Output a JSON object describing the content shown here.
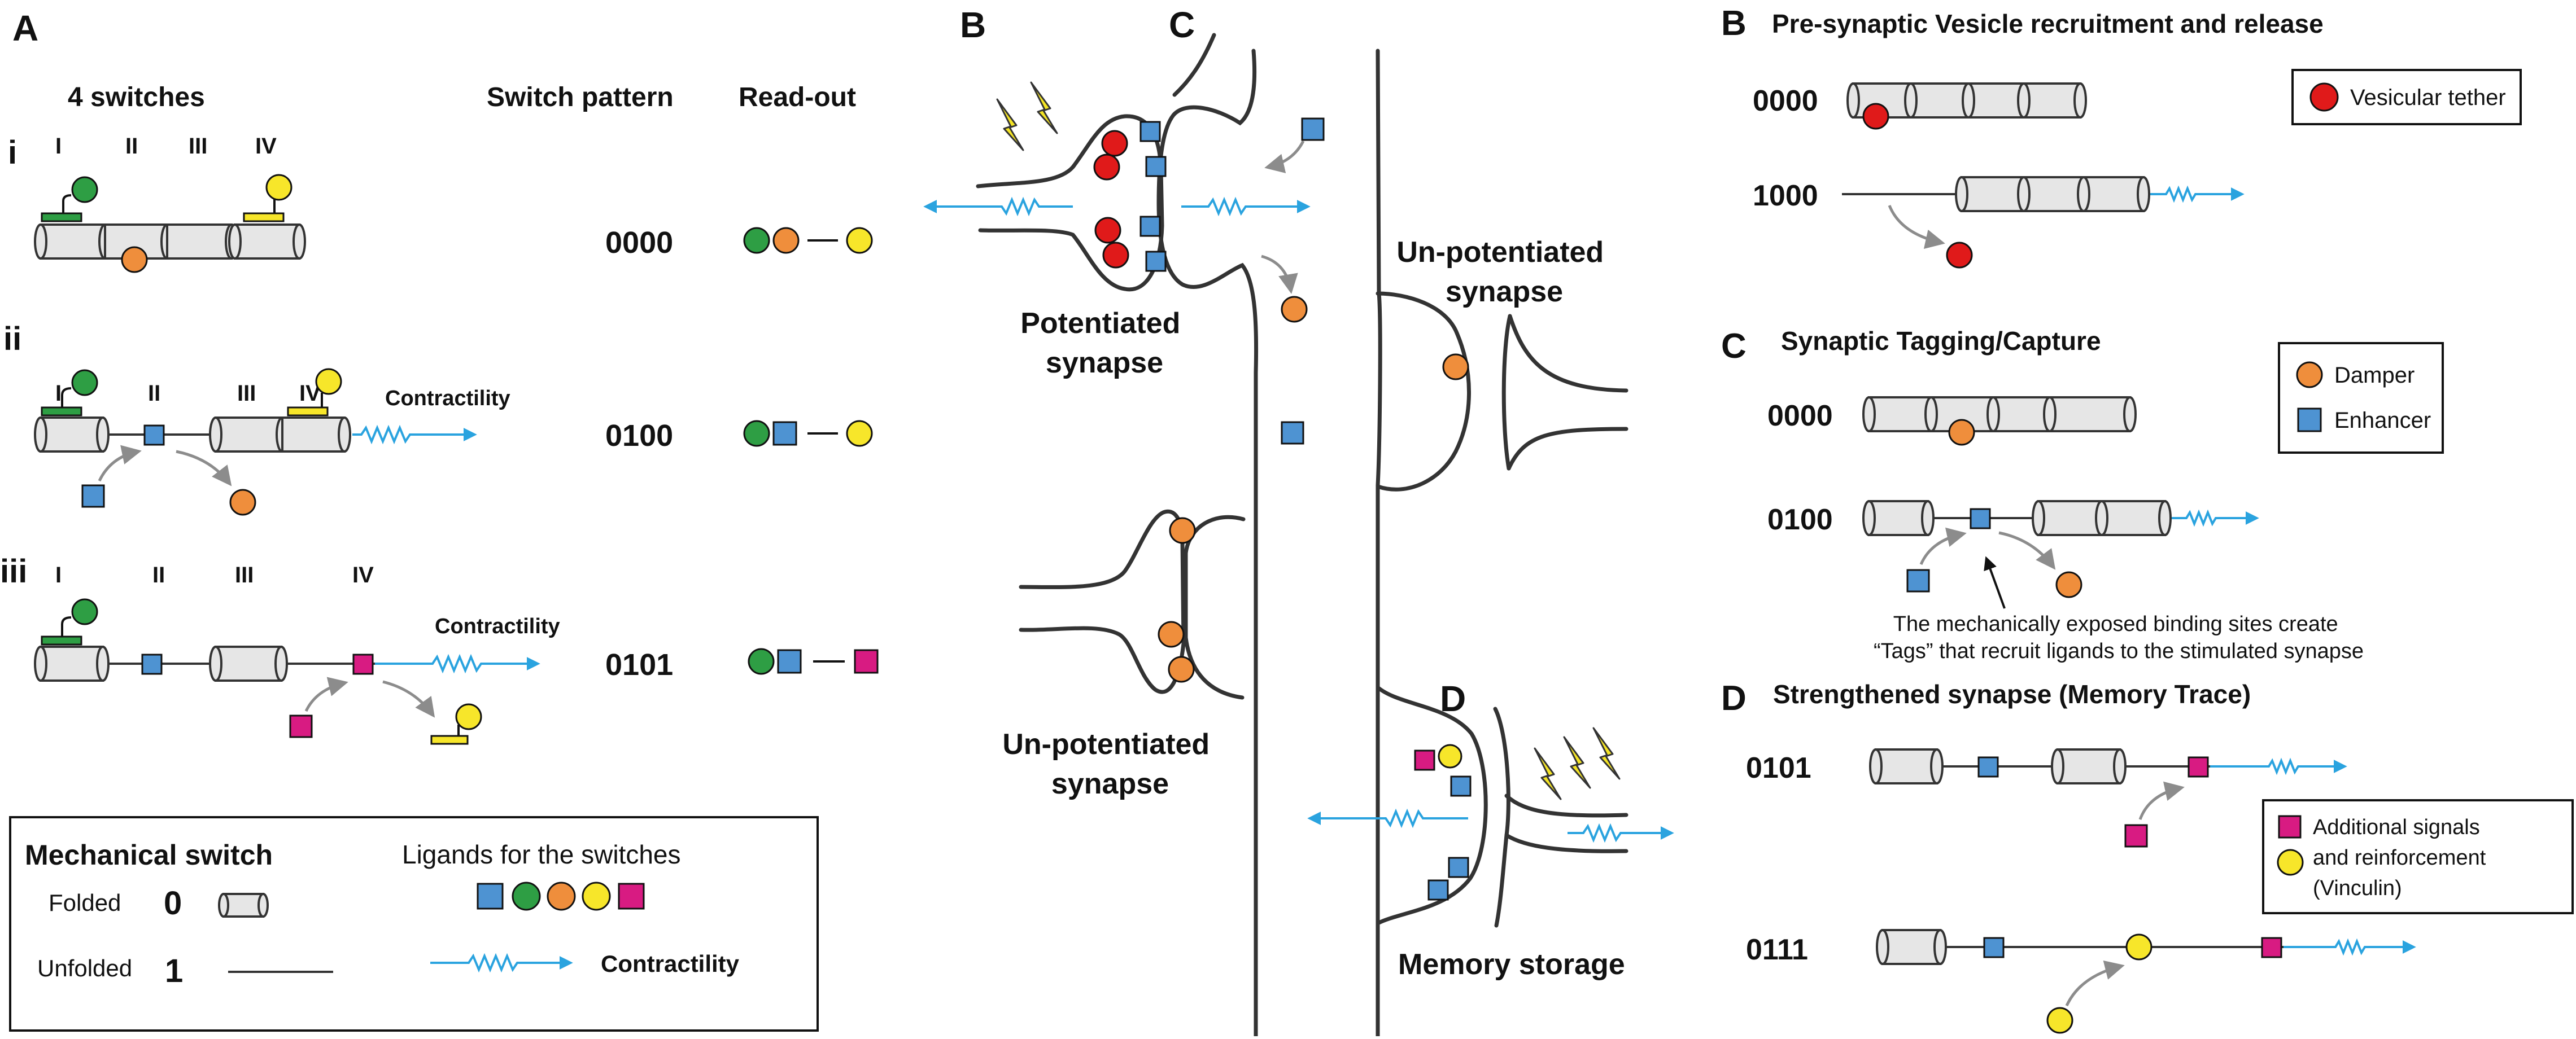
{
  "colors": {
    "green": "#2e9e44",
    "orange": "#ef8e3c",
    "yellow": "#f7e62a",
    "blue": "#4e93d2",
    "magenta": "#d81b82",
    "red": "#e01a1a",
    "cyan": "#2aa3df",
    "cylinder": "#e6e6e6",
    "line": "#333333",
    "arrow_gray": "#8c8c8c",
    "lightning": "#f4e425"
  },
  "panel_a": {
    "letter": "A",
    "heading": "4 switches",
    "col_pattern": "Switch pattern",
    "col_readout": "Read-out",
    "rows": [
      {
        "numeral": "i",
        "switches": [
          "I",
          "II",
          "III",
          "IV"
        ],
        "pattern": "0000",
        "label": ""
      },
      {
        "numeral": "ii",
        "switches": [
          "I",
          "II",
          "III",
          "IV"
        ],
        "pattern": "0100",
        "label": "Contractility"
      },
      {
        "numeral": "iii",
        "switches": [
          "I",
          "II",
          "III",
          "IV"
        ],
        "pattern": "0101",
        "label": "Contractility"
      }
    ],
    "legend": {
      "title": "Mechanical switch",
      "folded": "Folded",
      "folded_value": "0",
      "unfolded": "Unfolded",
      "unfolded_value": "1",
      "ligands_title": "Ligands for the switches",
      "contractility": "Contractility"
    }
  },
  "panel_mid": {
    "letter_b": "B",
    "letter_c": "C",
    "letter_d": "D",
    "potentiated": [
      "Potentiated",
      "synapse"
    ],
    "unpotentiated_top": [
      "Un-potentiated",
      "synapse"
    ],
    "unpotentiated_bottom": [
      "Un-potentiated",
      "synapse"
    ],
    "memory": "Memory storage"
  },
  "panel_right": {
    "b": {
      "letter": "B",
      "title": "Pre-synaptic Vesicle recruitment and release",
      "rows": [
        "0000",
        "1000"
      ],
      "legend": "Vesicular tether"
    },
    "c": {
      "letter": "C",
      "title": "Synaptic Tagging/Capture",
      "rows": [
        "0000",
        "0100"
      ],
      "legend": [
        "Damper",
        "Enhancer"
      ],
      "note": [
        "The mechanically exposed binding sites create",
        "“Tags” that recruit ligands to the stimulated synapse"
      ]
    },
    "d": {
      "letter": "D",
      "title": "Strengthened synapse (Memory Trace)",
      "rows": [
        "0101",
        "0111"
      ],
      "legend": [
        "Additional signals",
        "and reinforcement",
        "(Vinculin)"
      ]
    }
  }
}
